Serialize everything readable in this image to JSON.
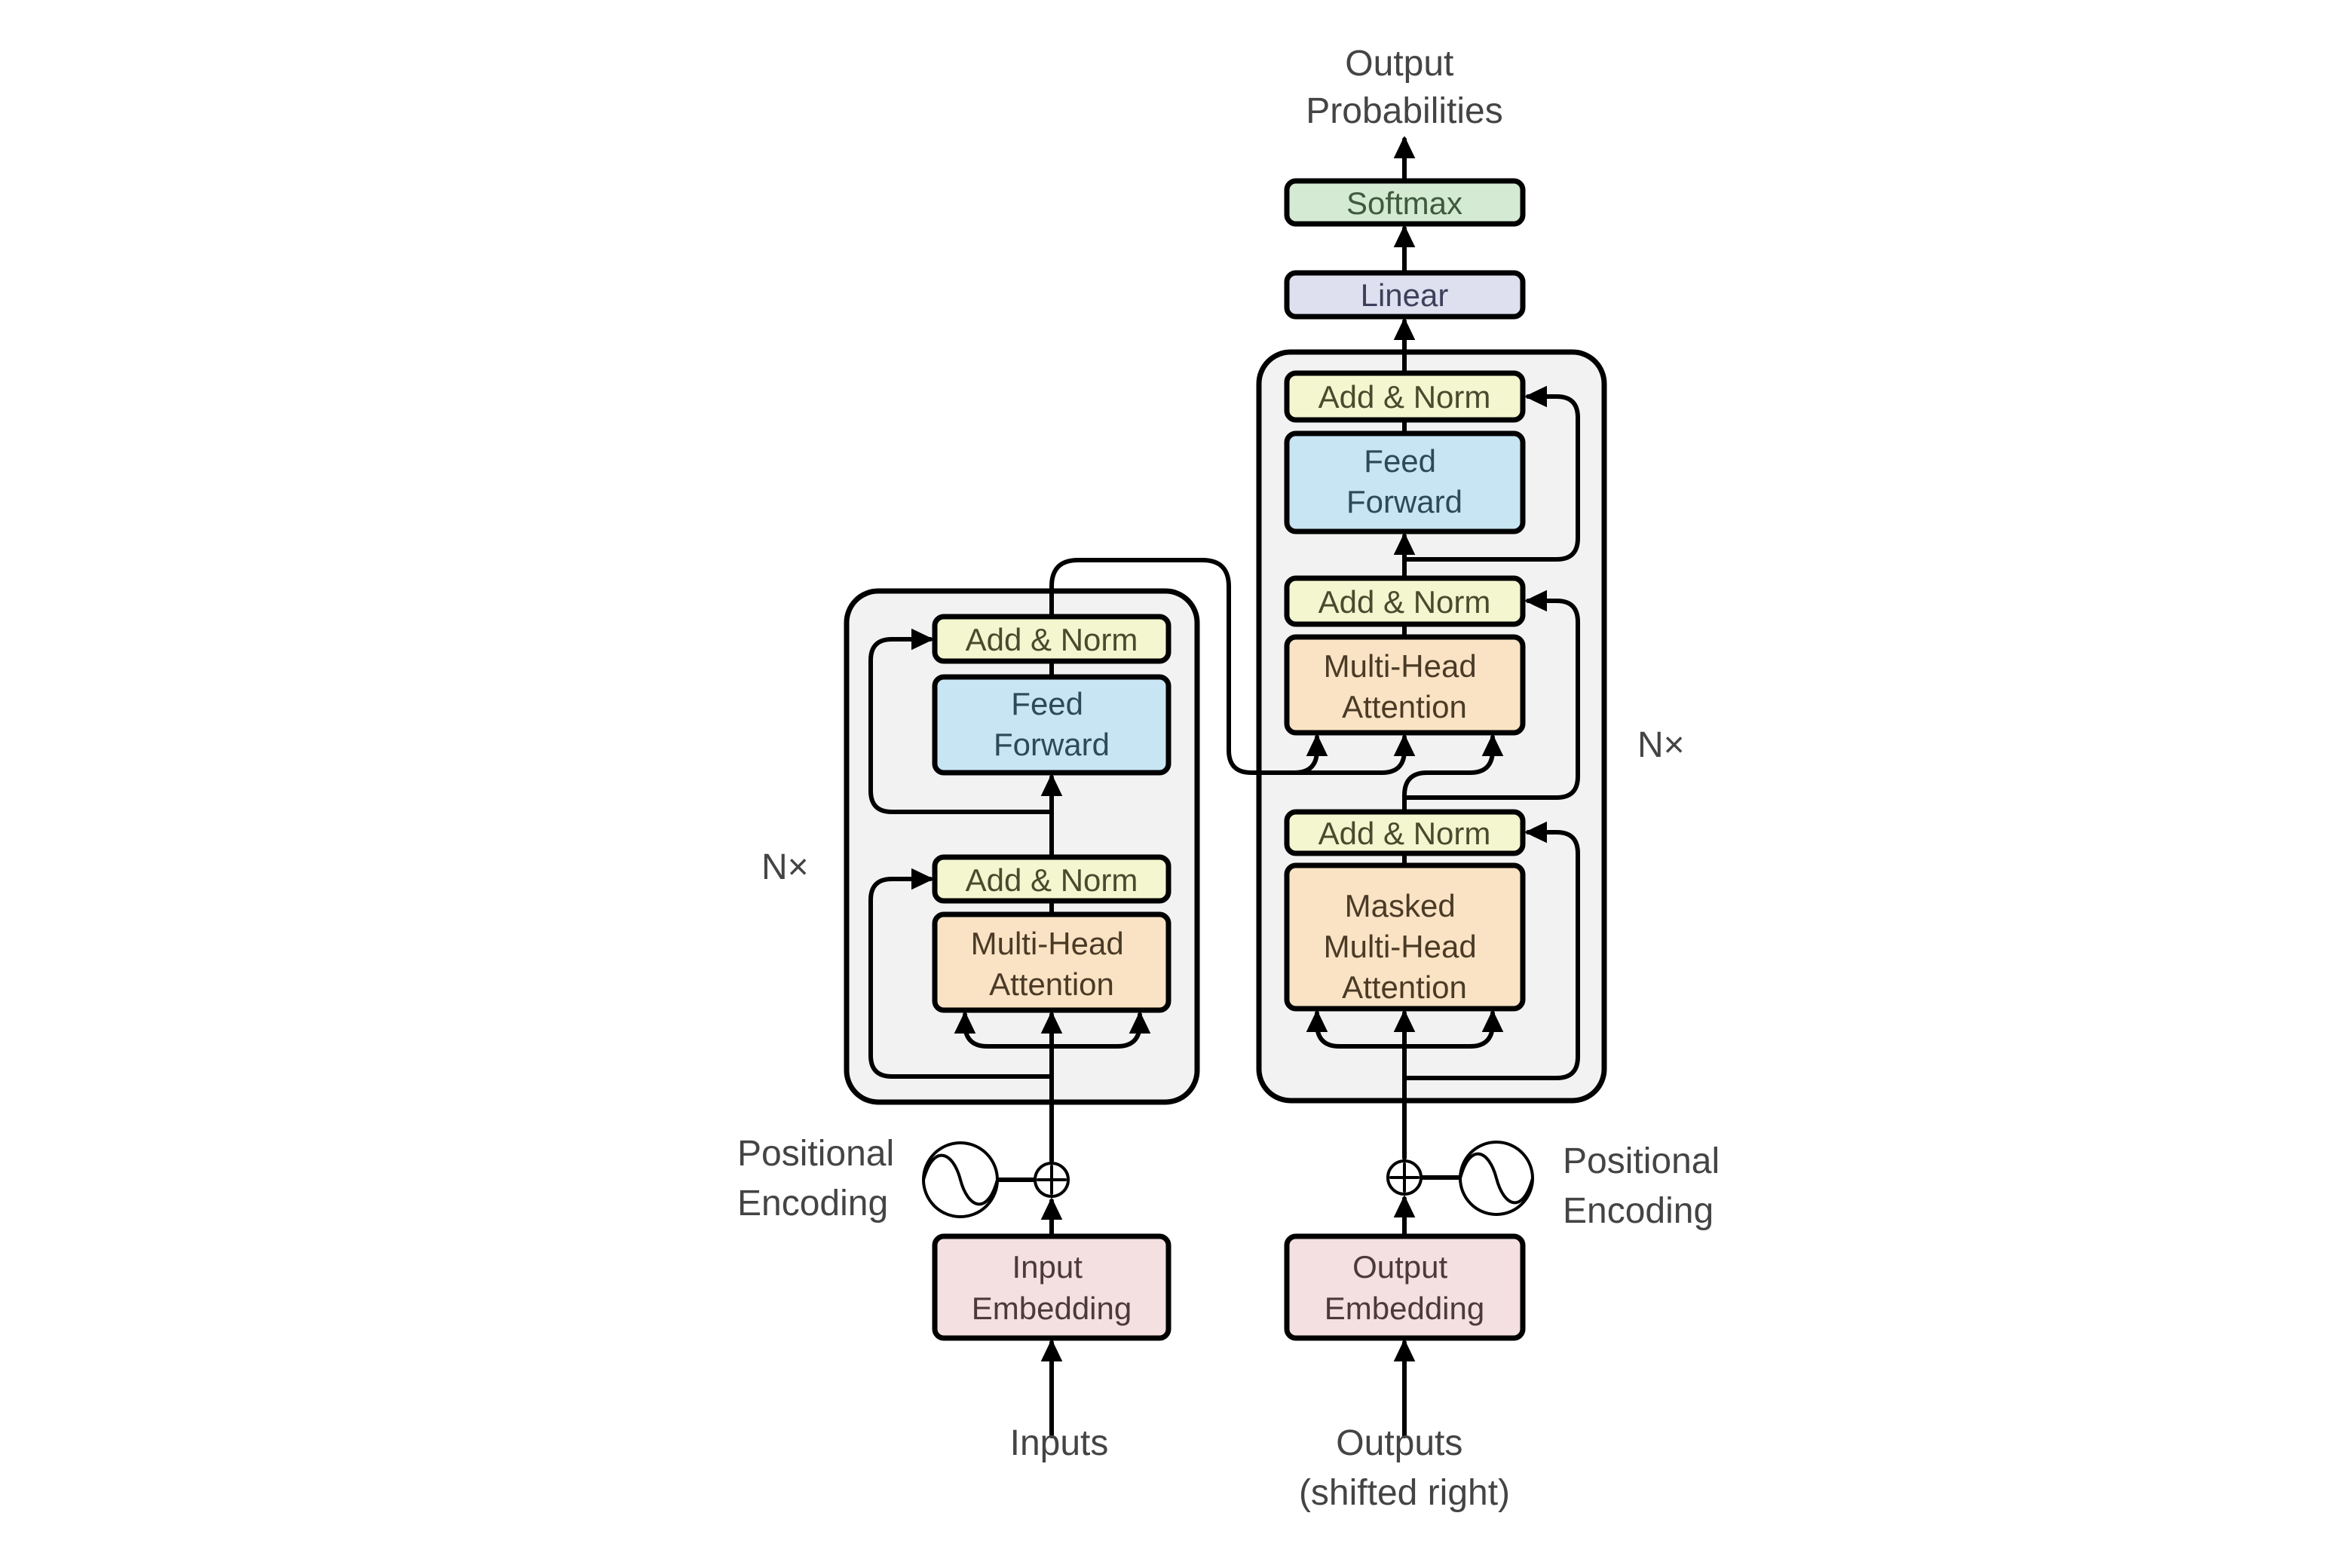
{
  "title": "Transformer model architecture",
  "colors": {
    "add_norm": "#f4f6cf",
    "feed_forward": "#c8e5f3",
    "attention": "#fae3c4",
    "embedding": "#f4dfe1",
    "linear": "#dedfef",
    "softmax": "#d4ead3",
    "block_bg": "#f2f2f3"
  },
  "top": {
    "output_probabilities": [
      "Output",
      "Probabilities"
    ],
    "softmax": "Softmax",
    "linear": "Linear"
  },
  "encoder": {
    "repeat_label": "N×",
    "add_norm_top": "Add & Norm",
    "feed_forward": [
      "Feed",
      "Forward"
    ],
    "add_norm_bottom": "Add & Norm",
    "attention": [
      "Multi-Head",
      "Attention"
    ],
    "positional_encoding": [
      "Positional",
      "Encoding"
    ],
    "embedding": [
      "Input",
      "Embedding"
    ],
    "input_label": "Inputs"
  },
  "decoder": {
    "repeat_label": "N×",
    "add_norm_top": "Add & Norm",
    "feed_forward": [
      "Feed",
      "Forward"
    ],
    "add_norm_mid": "Add & Norm",
    "attention": [
      "Multi-Head",
      "Attention"
    ],
    "add_norm_bottom": "Add & Norm",
    "masked_attention": [
      "Masked",
      "Multi-Head",
      "Attention"
    ],
    "positional_encoding": [
      "Positional",
      "Encoding"
    ],
    "embedding": [
      "Output",
      "Embedding"
    ],
    "input_label": [
      "Outputs",
      "(shifted right)"
    ]
  }
}
